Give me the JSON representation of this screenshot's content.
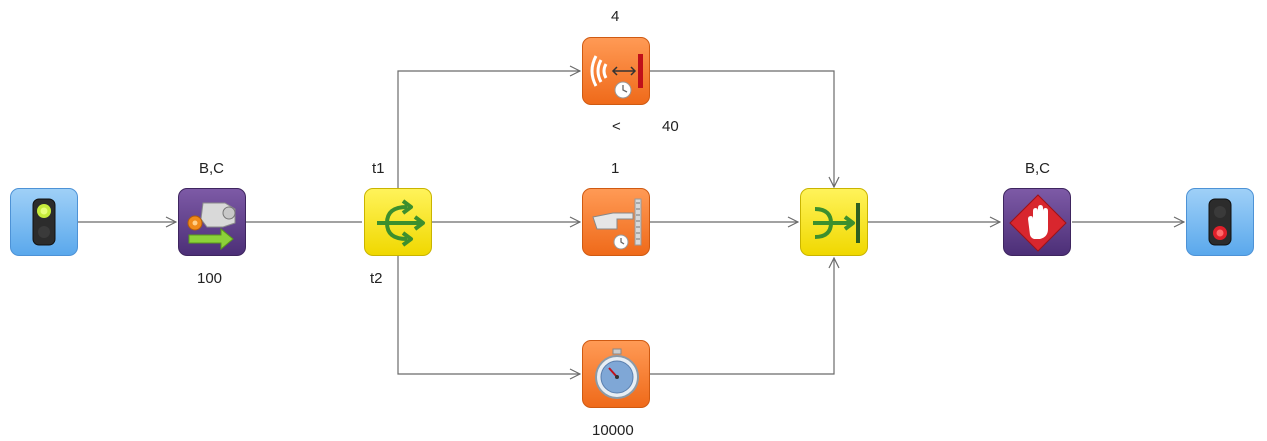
{
  "blocks": {
    "start": {
      "icon": "traffic-light-green-icon"
    },
    "motor": {
      "icon": "motor-on-icon",
      "top_label": "B,C",
      "bottom_label": "100"
    },
    "fork": {
      "icon": "parallel-fork-icon",
      "top_label": "t1",
      "bottom_label": "t2"
    },
    "ultrasonic": {
      "icon": "ultrasonic-sensor-icon",
      "top_label": "4",
      "bottom_left_label": "<",
      "bottom_right_label": "40"
    },
    "touch": {
      "icon": "touch-sensor-icon",
      "top_label": "1"
    },
    "timer": {
      "icon": "stopwatch-icon",
      "bottom_label": "10000"
    },
    "join": {
      "icon": "parallel-join-icon"
    },
    "stop_motor": {
      "icon": "stop-hand-icon",
      "top_label": "B,C"
    },
    "end": {
      "icon": "traffic-light-red-icon"
    }
  },
  "colors": {
    "wire": "#6b6b6b",
    "blue_block": "#6cb4f0",
    "purple_block": "#5a3a86",
    "yellow_block": "#f5e41a",
    "orange_block": "#f47a2a",
    "green_arrow": "#3c8f2e",
    "red_light": "#e0202a",
    "green_light": "#bfe53c"
  }
}
